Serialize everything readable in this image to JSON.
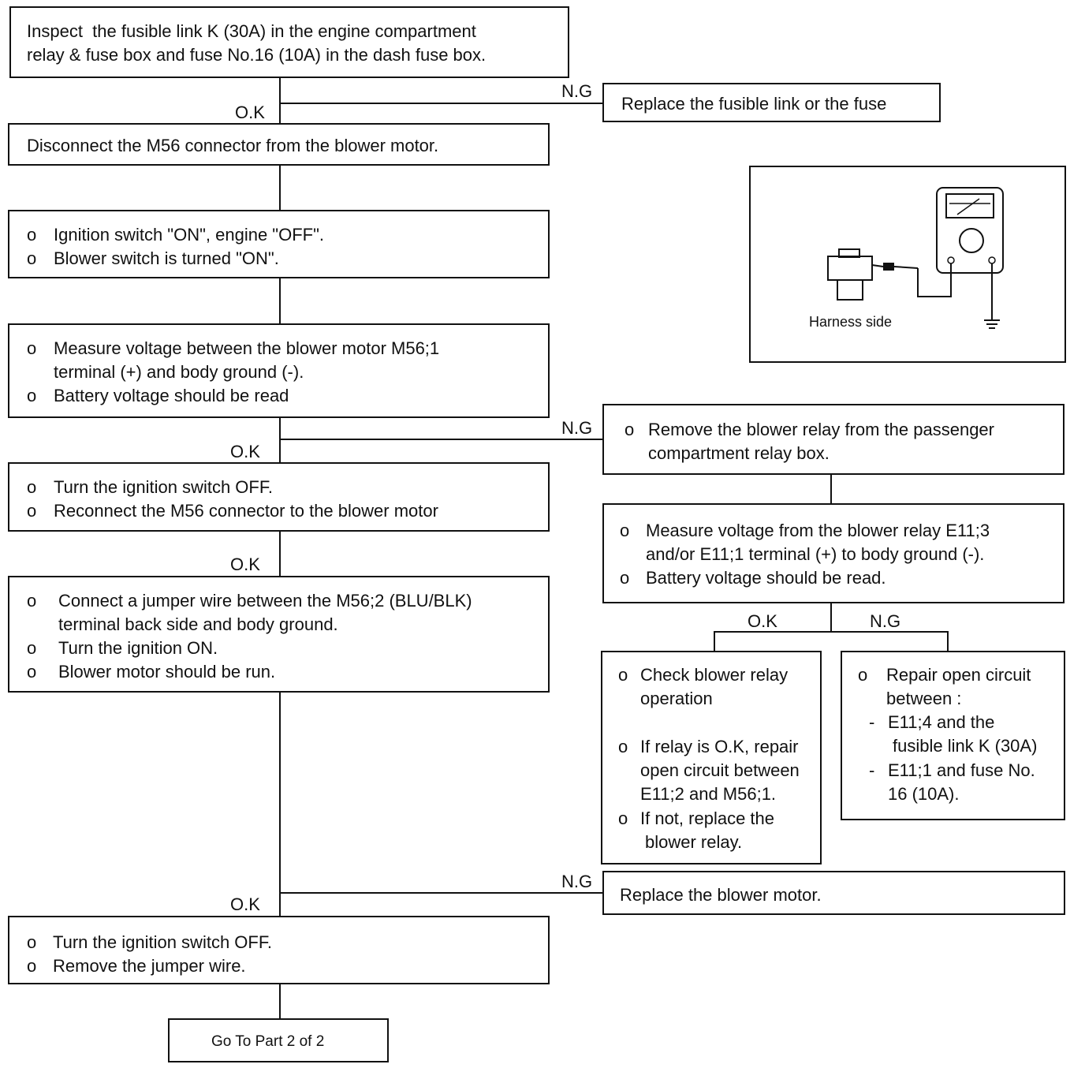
{
  "box1": [
    "Inspect  the fusible link K (30A) in the engine compartment",
    "relay & fuse box and fuse No.16 (10A) in the dash fuse box."
  ],
  "replace_fuse": "Replace the fusible link or the fuse",
  "disconnect": "Disconnect the M56 connector from the blower motor.",
  "step_ignition": [
    "Ignition switch \"ON\", engine \"OFF\".",
    "Blower switch is turned \"ON\"."
  ],
  "step_measure": [
    "Measure voltage between the blower motor M56;1",
    "terminal (+) and body ground (-).",
    "Battery voltage should be read"
  ],
  "step_turn_off": [
    "Turn the ignition switch OFF.",
    "Reconnect the M56 connector to the blower motor"
  ],
  "step_jumper": [
    "Connect a jumper wire between the M56;2 (BLU/BLK)",
    "terminal back side and body ground.",
    "Turn the ignition ON.",
    "Blower motor should be run."
  ],
  "step_final": [
    "Turn the ignition switch OFF.",
    "Remove the jumper wire."
  ],
  "goto": "Go To Part 2 of 2",
  "remove_relay": [
    "Remove the blower relay from the passenger",
    "compartment relay box."
  ],
  "measure_relay": [
    "Measure voltage from the blower relay E11;3",
    "and/or E11;1 terminal (+) to body ground (-).",
    "Battery voltage should be read."
  ],
  "check_relay": [
    "Check blower relay",
    "operation",
    "If relay is O.K, repair",
    "open circuit between",
    "E11;2 and M56;1.",
    "If not, replace the",
    "blower relay."
  ],
  "repair_open": [
    "Repair open circuit",
    "between :",
    "E11;4 and the",
    "fusible link K (30A)",
    "E11;1 and fuse No.",
    "16 (10A)."
  ],
  "replace_motor": "Replace the blower motor.",
  "illustration_label": "Harness side",
  "labels": {
    "ok": "O.K",
    "ng": "N.G"
  },
  "bullet": "o",
  "dash": "-"
}
